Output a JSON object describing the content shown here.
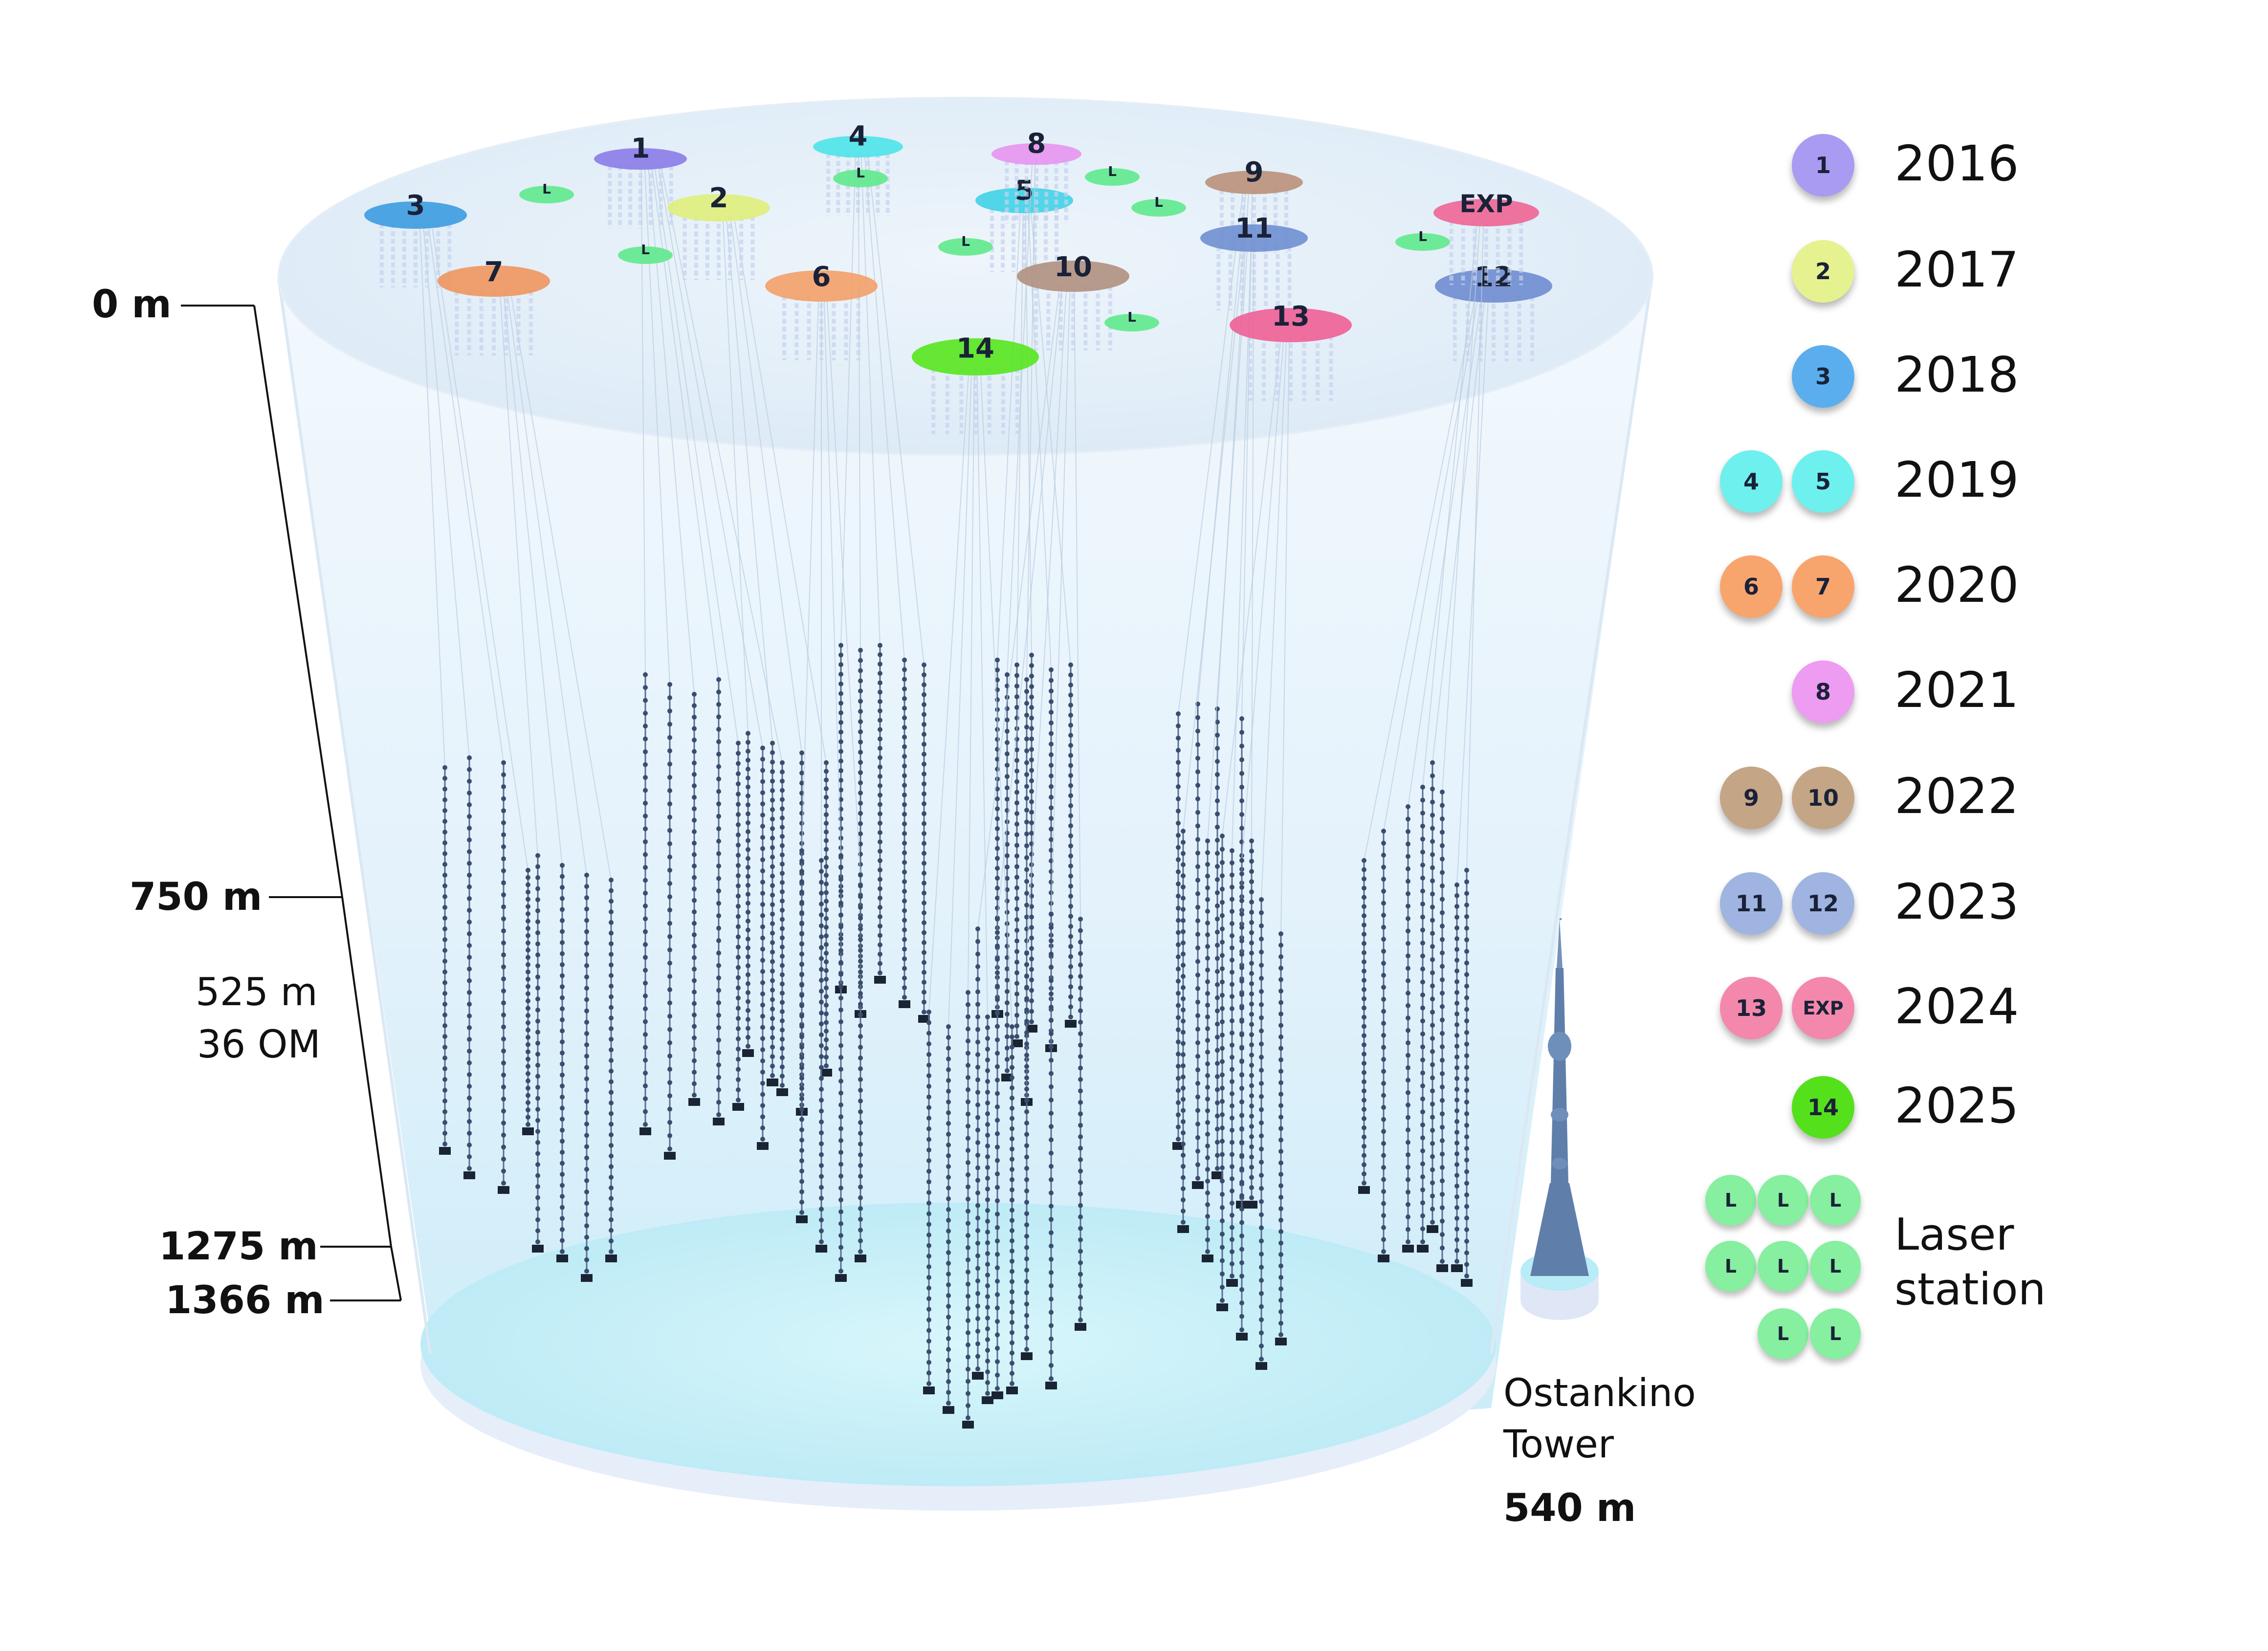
{
  "depth_scale": {
    "surface": "0 m",
    "top_om": "750 m",
    "string_length": "525 m",
    "om_count": "36 OM",
    "bottom_om": "1275 m",
    "lake_bottom": "1366 m"
  },
  "clusters": [
    {
      "label": "1",
      "color": "#8b7be8"
    },
    {
      "label": "2",
      "color": "#dfee7a"
    },
    {
      "label": "3",
      "color": "#3d9be0"
    },
    {
      "label": "4",
      "color": "#4de3e8"
    },
    {
      "label": "5",
      "color": "#3fd3e6"
    },
    {
      "label": "6",
      "color": "#f3a068"
    },
    {
      "label": "7",
      "color": "#f0955d"
    },
    {
      "label": "8",
      "color": "#e793ee"
    },
    {
      "label": "9",
      "color": "#b9907a"
    },
    {
      "label": "10",
      "color": "#b0907f"
    },
    {
      "label": "11",
      "color": "#6f8fd0"
    },
    {
      "label": "12",
      "color": "#6f8cd0"
    },
    {
      "label": "13",
      "color": "#ee5f95"
    },
    {
      "label": "14",
      "color": "#56e61e"
    },
    {
      "label": "EXP",
      "color": "#ee6593"
    }
  ],
  "laser_marker": "L",
  "legend": [
    {
      "year": "2016",
      "badges": [
        {
          "text": "1",
          "color": "#a99bf2"
        }
      ]
    },
    {
      "year": "2017",
      "badges": [
        {
          "text": "2",
          "color": "#e6f28f"
        }
      ]
    },
    {
      "year": "2018",
      "badges": [
        {
          "text": "3",
          "color": "#5aaeee"
        }
      ]
    },
    {
      "year": "2019",
      "badges": [
        {
          "text": "4",
          "color": "#6ef0ee"
        },
        {
          "text": "5",
          "color": "#6ef0ee"
        }
      ]
    },
    {
      "year": "2020",
      "badges": [
        {
          "text": "6",
          "color": "#f8a56d"
        },
        {
          "text": "7",
          "color": "#f8a56d"
        }
      ]
    },
    {
      "year": "2021",
      "badges": [
        {
          "text": "8",
          "color": "#ee9bf2"
        }
      ]
    },
    {
      "year": "2022",
      "badges": [
        {
          "text": "9",
          "color": "#c4a585"
        },
        {
          "text": "10",
          "color": "#c4a585"
        }
      ]
    },
    {
      "year": "2023",
      "badges": [
        {
          "text": "11",
          "color": "#9fb4e0"
        },
        {
          "text": "12",
          "color": "#9fb4e0"
        }
      ]
    },
    {
      "year": "2024",
      "badges": [
        {
          "text": "13",
          "color": "#f488ac"
        },
        {
          "text": "EXP",
          "color": "#f488ac"
        }
      ]
    },
    {
      "year": "2025",
      "badges": [
        {
          "text": "14",
          "color": "#55e01c"
        }
      ]
    }
  ],
  "laser_legend": {
    "badge": "L",
    "count": 8,
    "color": "#86efa0",
    "line1": "Laser",
    "line2": "station"
  },
  "tower": {
    "name_line1": "Ostankino",
    "name_line2": "Tower",
    "height": "540 m"
  }
}
